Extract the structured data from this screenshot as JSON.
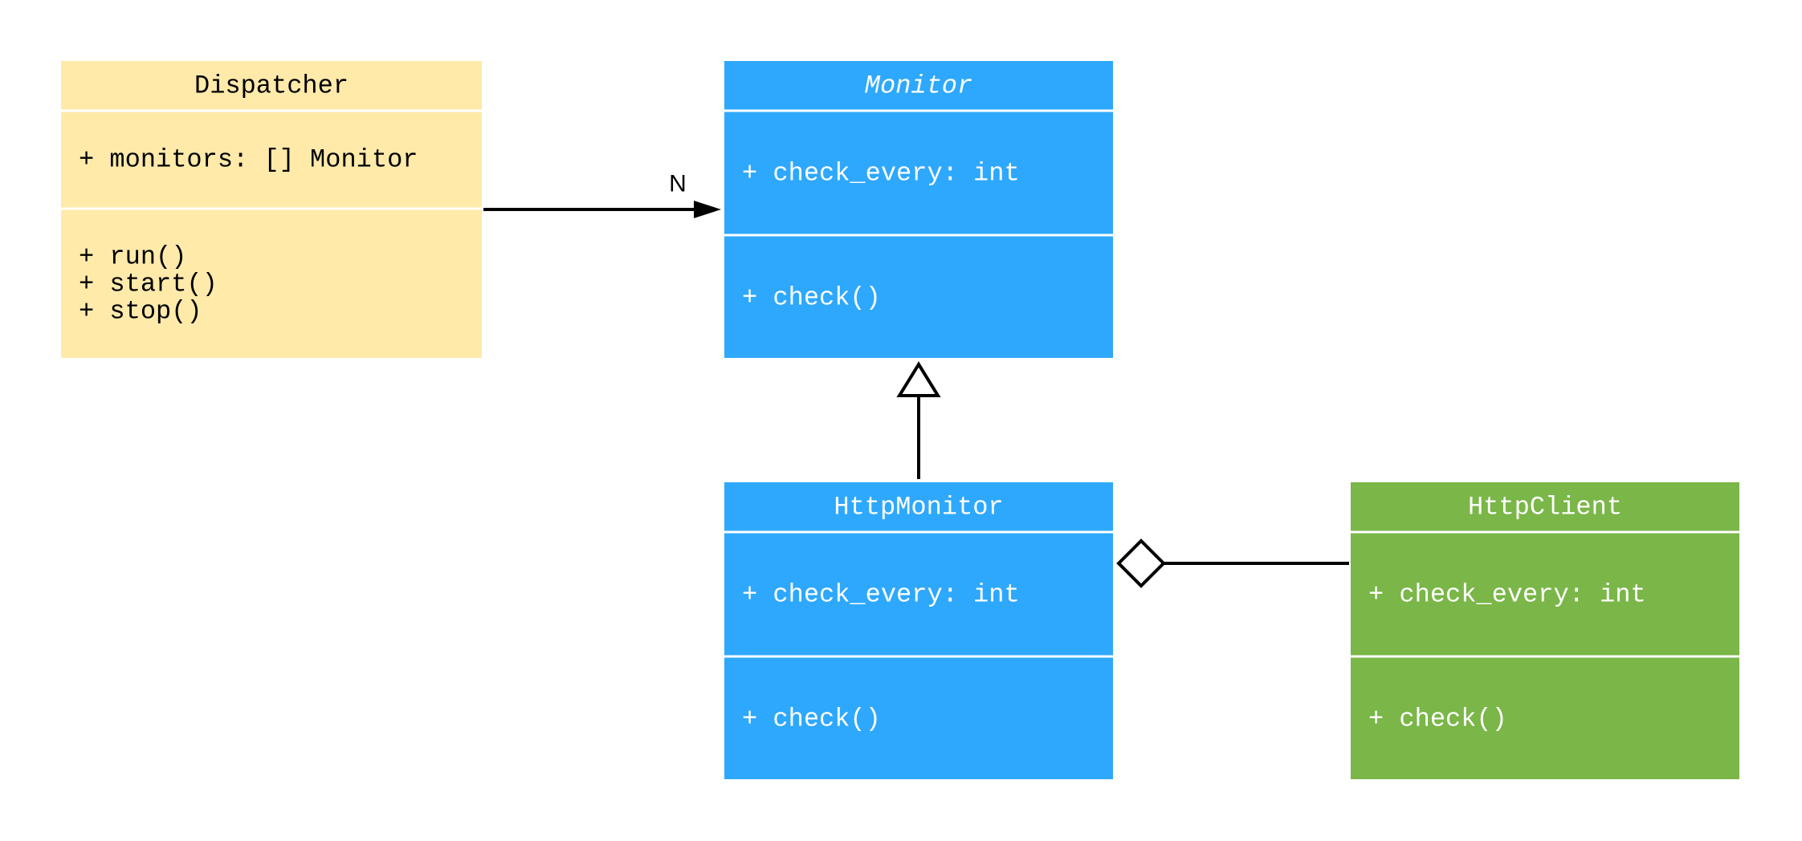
{
  "colors": {
    "dispatcher_fill": "#ffeaaa",
    "monitor_fill": "#2ea8fd",
    "httpclient_fill": "#7ab648",
    "divider": "#ffffff",
    "connector": "#000000",
    "dark_text": "#000000",
    "light_text": "#ffffff"
  },
  "classes": {
    "dispatcher": {
      "name": "Dispatcher",
      "attributes": [
        "+ monitors: [] Monitor"
      ],
      "methods": [
        "+ run()",
        "+ start()",
        "+ stop()"
      ]
    },
    "monitor": {
      "name": "Monitor",
      "attributes": [
        "+ check_every: int"
      ],
      "methods": [
        "+ check()"
      ]
    },
    "http_monitor": {
      "name": "HttpMonitor",
      "attributes": [
        "+ check_every: int"
      ],
      "methods": [
        "+ check()"
      ]
    },
    "http_client": {
      "name": "HttpClient",
      "attributes": [
        "+ check_every: int"
      ],
      "methods": [
        "+ check()"
      ]
    }
  },
  "relations": {
    "dispatcher_to_monitor": {
      "type": "association",
      "multiplicity": "N"
    },
    "http_monitor_to_monitor": {
      "type": "inheritance"
    },
    "http_client_to_http_monitor": {
      "type": "aggregation"
    }
  }
}
